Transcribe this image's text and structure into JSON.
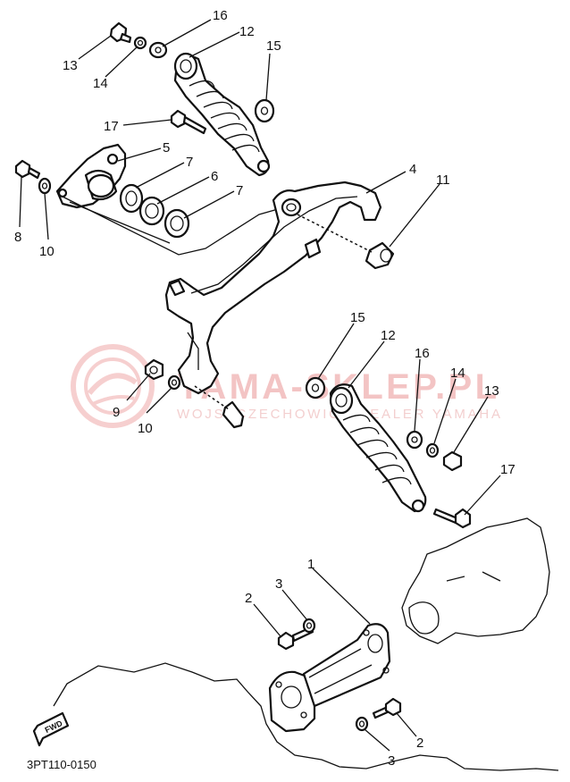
{
  "diagram_code": "3PT110-0150",
  "fwd_label": "FWD",
  "watermark": {
    "main": "YAMA-SKLEP.PL",
    "sub": "WOJSZCZECHOWICZ DEALER YAMAHA"
  },
  "callouts": {
    "c16a": "16",
    "c12a": "12",
    "c13a": "13",
    "c14a": "14",
    "c15a": "15",
    "c17a": "17",
    "c5": "5",
    "c7a": "7",
    "c6": "6",
    "c7b": "7",
    "c8": "8",
    "c10a": "10",
    "c4": "4",
    "c11": "11",
    "c15b": "15",
    "c12b": "12",
    "c16b": "16",
    "c14b": "14",
    "c13b": "13",
    "c9": "9",
    "c10b": "10",
    "c17b": "17",
    "c1": "1",
    "c3a": "3",
    "c2a": "2",
    "c2b": "2",
    "c3b": "3"
  },
  "colors": {
    "ink": "#111111",
    "watermark": "#f3c4c4"
  }
}
